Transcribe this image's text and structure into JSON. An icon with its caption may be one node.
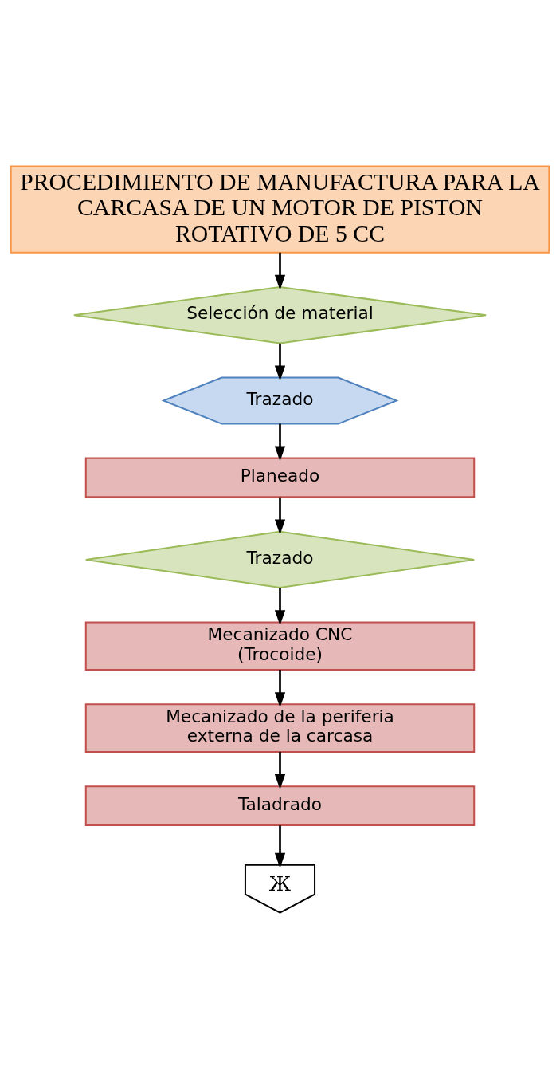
{
  "diagram": {
    "nodes": [
      {
        "text": [
          "PROCEDIMIENTO DE MANUFACTURA PARA LA CARCASA DE UN MOTOR DE PISTON ROTATIVO DE 5 CC"
        ]
      },
      {
        "text": [
          "Selección de material"
        ]
      },
      {
        "text": [
          "Trazado"
        ]
      },
      {
        "text": [
          "Planeado"
        ]
      },
      {
        "text": [
          "Trazado"
        ]
      },
      {
        "text": [
          "Mecanizado CNC (Trocoide)"
        ]
      },
      {
        "text": [
          "Mecanizado de la periferia externa de la carcasa"
        ]
      },
      {
        "text": [
          "Taladrado"
        ]
      },
      {
        "text": [
          "Ж"
        ]
      }
    ],
    "edges": [
      {
        "from": 0,
        "to": 1,
        "arrow": "to"
      },
      {
        "from": 1,
        "to": 2,
        "arrow": "to"
      },
      {
        "from": 2,
        "to": 3,
        "arrow": "to"
      },
      {
        "from": 3,
        "to": 4,
        "arrow": "to"
      },
      {
        "from": 4,
        "to": 5,
        "arrow": "to"
      },
      {
        "from": 5,
        "to": 6,
        "arrow": "to"
      },
      {
        "from": 6,
        "to": 7,
        "arrow": "to"
      },
      {
        "from": 7,
        "to": 8,
        "arrow": "to"
      }
    ]
  }
}
